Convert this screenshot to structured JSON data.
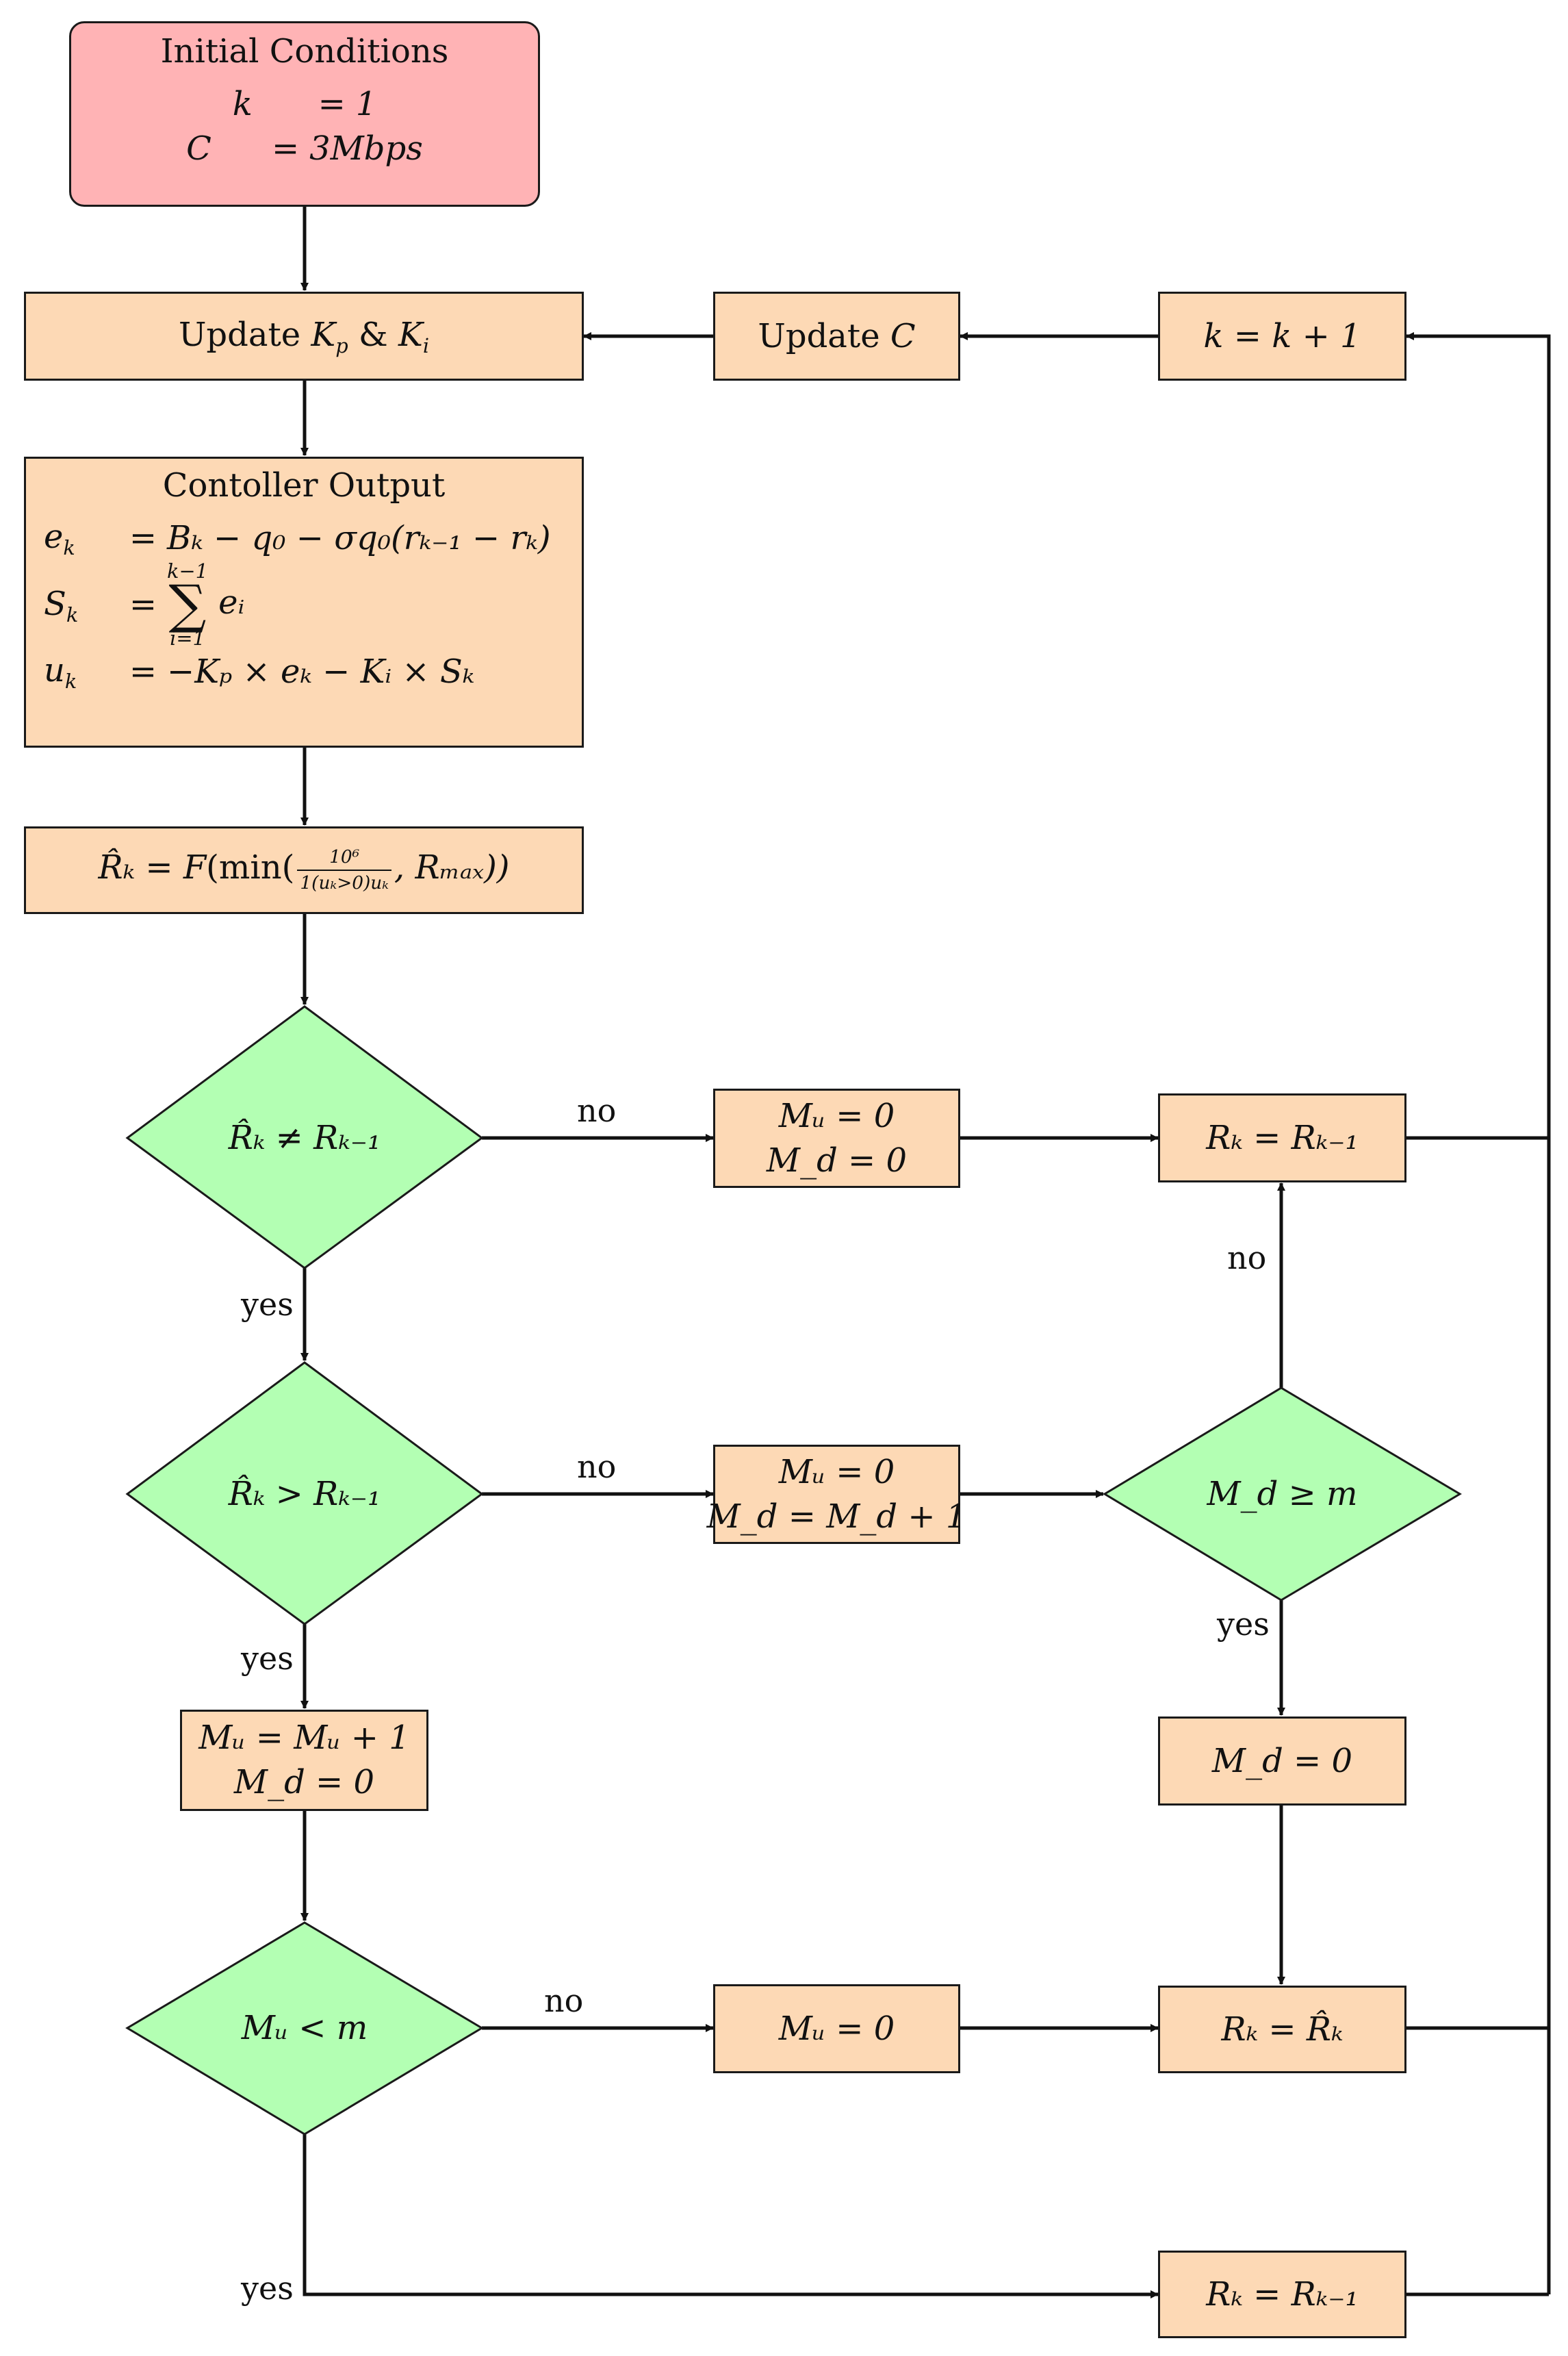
{
  "start": {
    "title": "Initial Conditions",
    "k_lhs": "k",
    "k_rhs": "1",
    "c_lhs": "C",
    "c_rhs": "3Mbps",
    "equals": "="
  },
  "update_gains": {
    "prefix": "Update",
    "kp_base": "K",
    "kp_sub": "p",
    "amp": "&",
    "ki_base": "K",
    "ki_sub": "i"
  },
  "update_c": {
    "prefix": "Update",
    "var": "C"
  },
  "increment_k": {
    "text": "k = k + 1"
  },
  "controller": {
    "title": "Contoller Output",
    "equals": "=",
    "e_lhs_base": "e",
    "e_lhs_sub": "k",
    "e_rhs": "Bₖ − q₀ − σq₀(rₖ₋₁ − rₖ)",
    "s_lhs_base": "S",
    "s_lhs_sub": "k",
    "s_sum_upper": "k−1",
    "s_sum_symbol": "∑",
    "s_sum_lower": "i=1",
    "s_term": "eᵢ",
    "u_lhs_base": "u",
    "u_lhs_sub": "k",
    "u_rhs": "−Kₚ × eₖ − Kᵢ × Sₖ"
  },
  "rate_estimate": {
    "lhs": "R̂ₖ = F",
    "min_open": "(min(",
    "frac_num": "10⁶",
    "frac_den": "1(uₖ>0)uₖ",
    "tail": ", Rₘₐₓ))"
  },
  "decision_1": {
    "text": "R̂ₖ ≠ Rₖ₋₁"
  },
  "decision_2": {
    "text": "R̂ₖ > Rₖ₋₁"
  },
  "decision_3": {
    "text": "Mᵤ < m"
  },
  "decision_4": {
    "text": "M_d ≥ m"
  },
  "reset_both": {
    "line1": "Mᵤ = 0",
    "line2": "M_d = 0"
  },
  "count_down": {
    "line1": "Mᵤ = 0",
    "line2": "M_d = M_d + 1"
  },
  "count_up": {
    "line1": "Mᵤ = Mᵤ + 1",
    "line2": "M_d = 0"
  },
  "reset_md": {
    "text": "M_d = 0"
  },
  "reset_mu": {
    "text": "Mᵤ = 0"
  },
  "hold_rate_1": {
    "text": "Rₖ = Rₖ₋₁"
  },
  "set_rate": {
    "text": "Rₖ = R̂ₖ"
  },
  "hold_rate_2": {
    "text": "Rₖ = Rₖ₋₁"
  },
  "labels": {
    "no": "no",
    "yes": "yes"
  },
  "colors": {
    "start_fill": "#ffb3b5",
    "process_fill": "#fdd9b5",
    "decision_fill": "#b3ffb3",
    "stroke": "#1a1a1a"
  }
}
